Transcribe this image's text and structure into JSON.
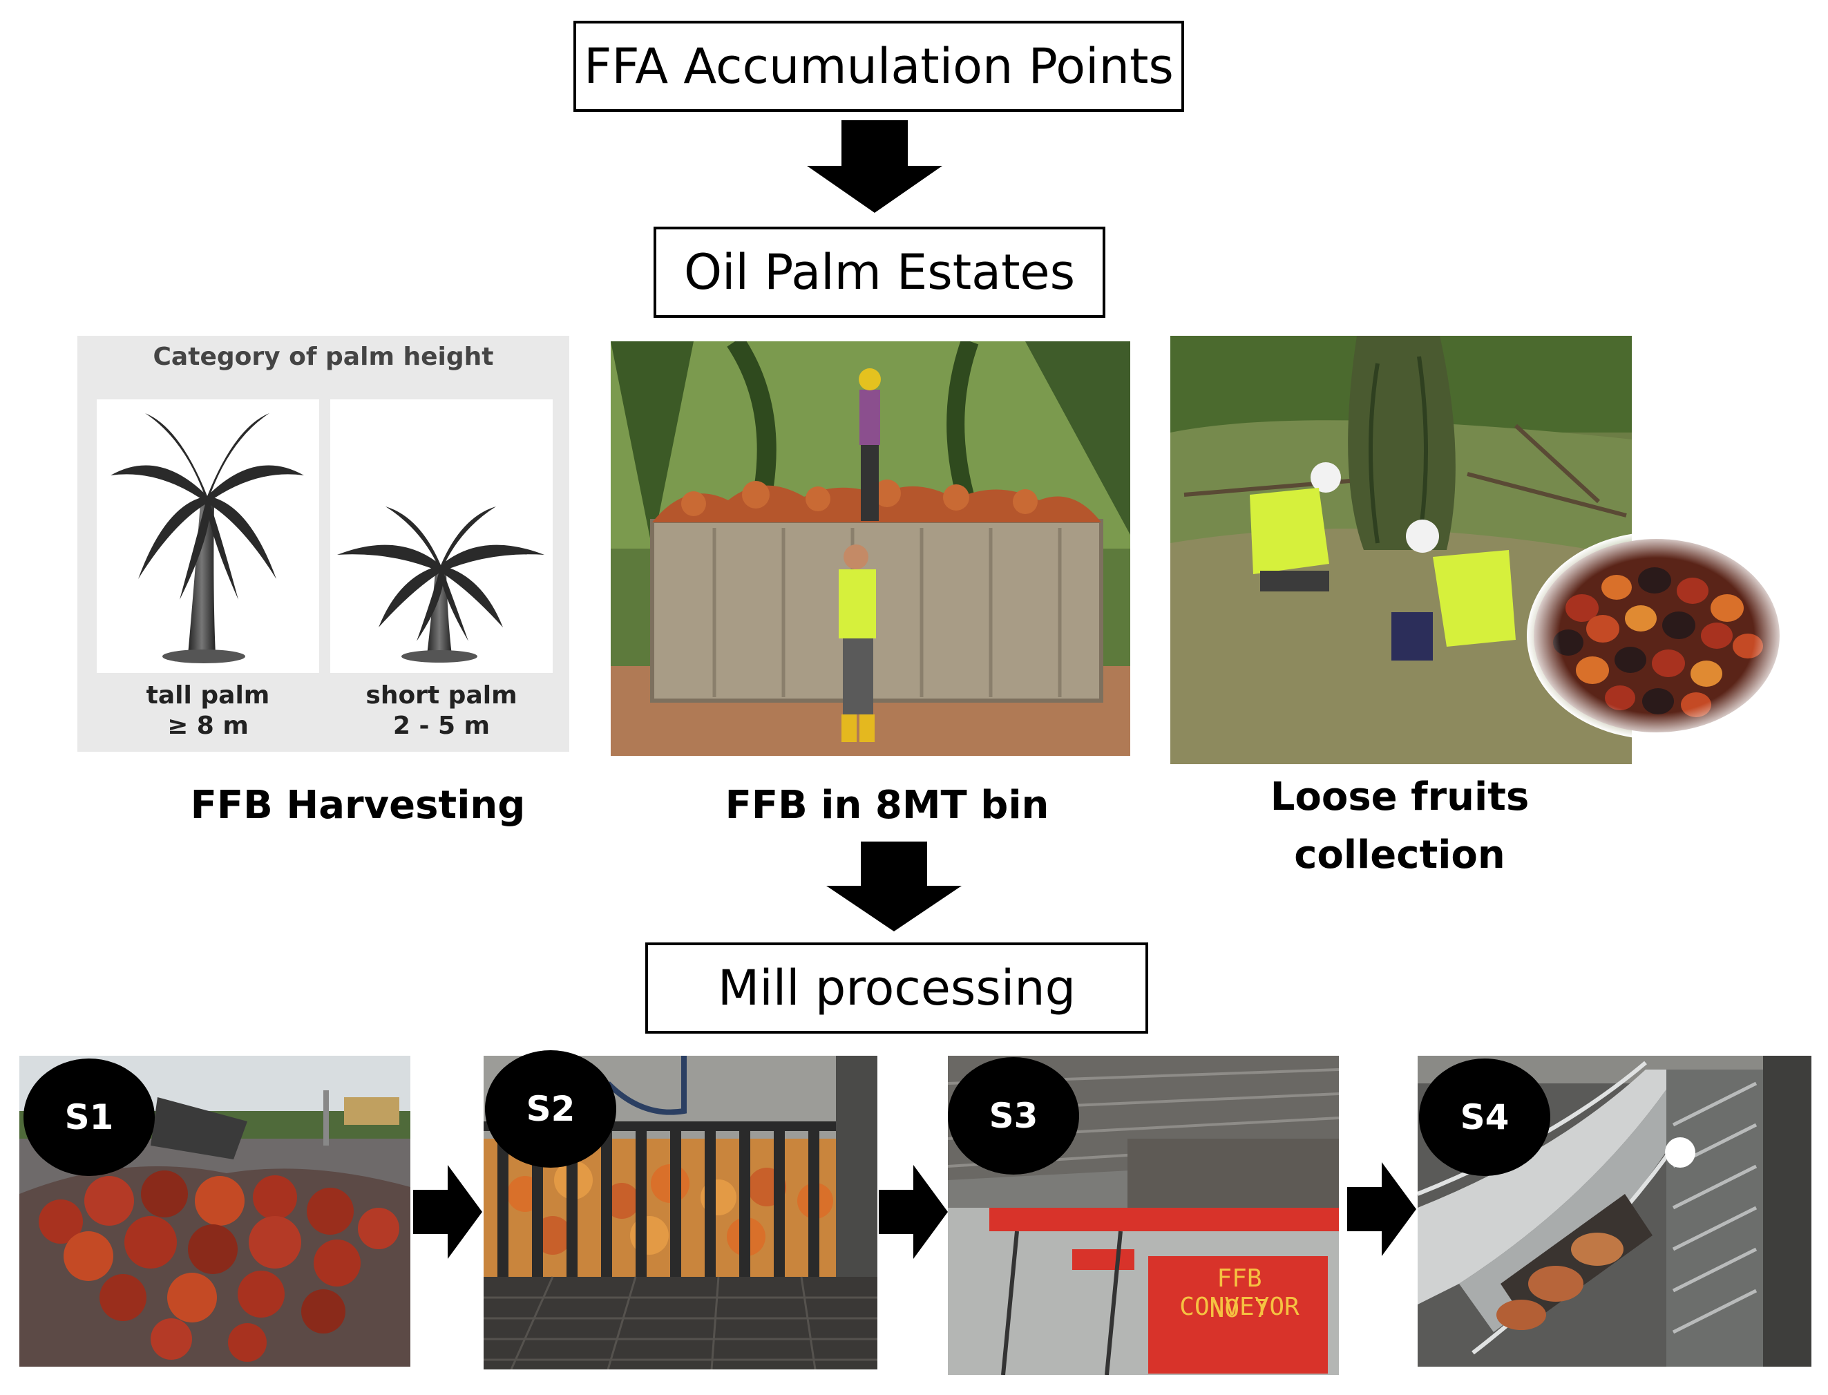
{
  "flow": {
    "title": "FFA Accumulation Points",
    "estates": "Oil Palm Estates",
    "mill": "Mill processing"
  },
  "estate_items": {
    "palm_category_heading": "Category of palm height",
    "tall_palm_label": "tall palm",
    "tall_palm_height": "≥ 8 m",
    "short_palm_label": "short palm",
    "short_palm_height": "2 - 5 m",
    "harvesting_caption": "FFB Harvesting",
    "bin_caption": "FFB in 8MT bin",
    "loose_fruits_caption_line1": "Loose fruits",
    "loose_fruits_caption_line2": "collection"
  },
  "mill_stages": [
    {
      "label": "S1"
    },
    {
      "label": "S2"
    },
    {
      "label": "S3",
      "sign_line1": "FFB CONVEYOR",
      "sign_line2": "NO 7"
    },
    {
      "label": "S4"
    }
  ],
  "colors": {
    "fruit_red": "#a8321f",
    "fruit_orange": "#d9702a",
    "foliage_green": "#3f6b2a",
    "vest_yellow": "#d6f03c",
    "conveyor_red": "#d8332a"
  },
  "icons": {
    "flow_arrow": "arrow-down-icon",
    "stage_arrow": "arrow-right-icon",
    "palm_tree": "palm-tree-icon"
  }
}
